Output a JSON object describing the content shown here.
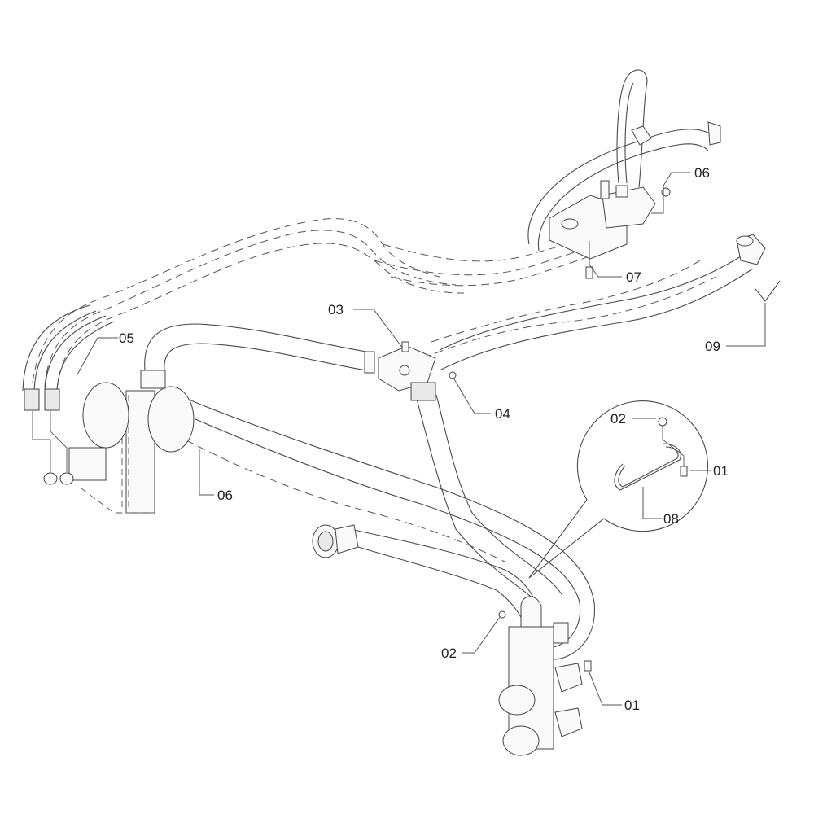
{
  "diagram": {
    "type": "exploded-parts-view",
    "callouts": [
      {
        "id": "c-06-top",
        "label": "06"
      },
      {
        "id": "c-07",
        "label": "07"
      },
      {
        "id": "c-09",
        "label": "09"
      },
      {
        "id": "c-03",
        "label": "03"
      },
      {
        "id": "c-04",
        "label": "04"
      },
      {
        "id": "c-05",
        "label": "05"
      },
      {
        "id": "c-06-left",
        "label": "06"
      },
      {
        "id": "c-02-detail",
        "label": "02"
      },
      {
        "id": "c-01-detail",
        "label": "01"
      },
      {
        "id": "c-08",
        "label": "08"
      },
      {
        "id": "c-02-bottom",
        "label": "02"
      },
      {
        "id": "c-01-bottom",
        "label": "01"
      }
    ]
  }
}
